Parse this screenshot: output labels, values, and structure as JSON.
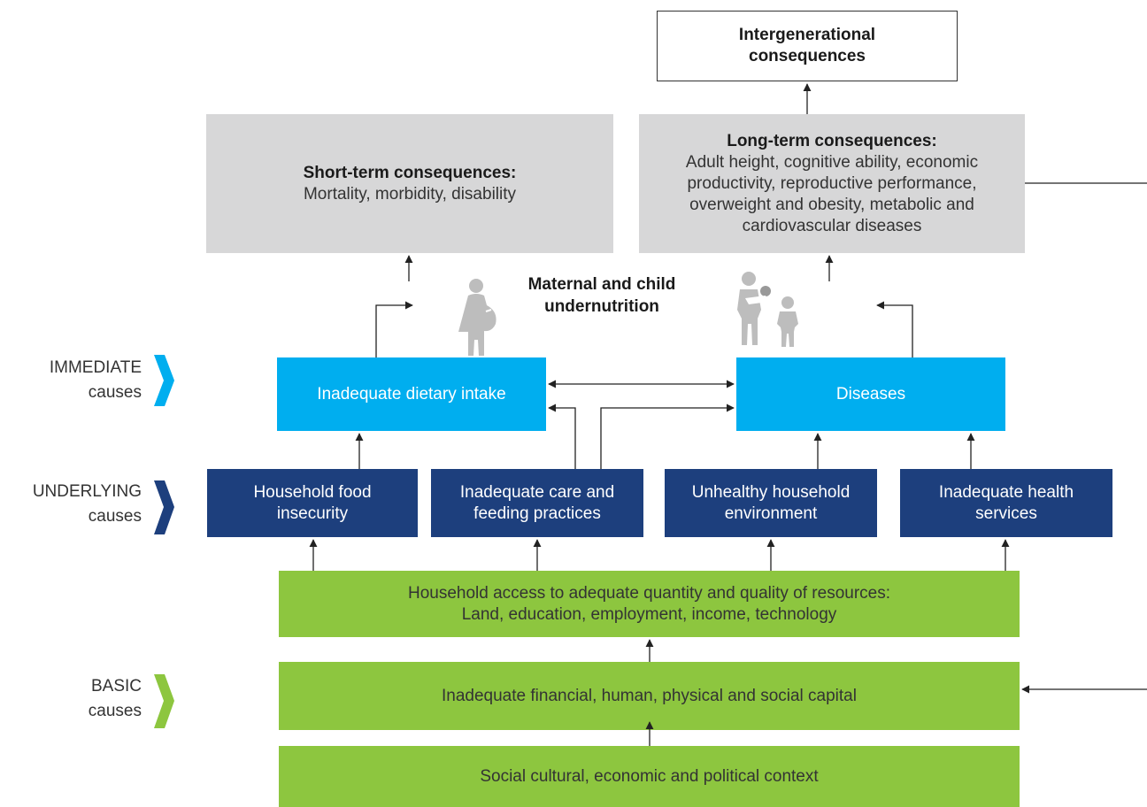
{
  "boxes": {
    "intergenerational": "Intergenerational consequences",
    "short_term_title": "Short-term consequences:",
    "short_term_body": "Mortality, morbidity, disability",
    "long_term_title": "Long-term consequences:",
    "long_term_body": "Adult height, cognitive ability, economic productivity, reproductive performance, overweight and obesity, metabolic and cardiovascular diseases",
    "dietary_intake": "Inadequate dietary intake",
    "diseases": "Diseases",
    "food_insecurity": "Household food insecurity",
    "care_feeding": "Inadequate care and feeding practices",
    "unhealthy_env": "Unhealthy household environment",
    "health_services": "Inadequate health services",
    "resources_line1": "Household access to adequate quantity and quality of resources:",
    "resources_line2": "Land, education, employment, income, technology",
    "capital": "Inadequate financial, human, physical and social capital",
    "context": "Social cultural, economic and political context"
  },
  "center_title": "Maternal and child undernutrition",
  "levels": {
    "immediate": {
      "word": "IMMEDIATE",
      "suffix": "causes",
      "color": "#00aeef"
    },
    "underlying": {
      "word": "UNDERLYING",
      "suffix": "causes",
      "color": "#1d3f7d"
    },
    "basic": {
      "word": "BASIC",
      "suffix": "causes",
      "color": "#8dc63f"
    }
  },
  "colors": {
    "gray_box": "#d7d7d8",
    "immediate_box": "#00aeef",
    "underlying_box": "#1d3f7d",
    "basic_box": "#8dc63f",
    "icon": "#bdbdbd"
  },
  "icons": [
    "pregnant-woman-icon",
    "mother-with-baby-icon",
    "child-icon"
  ]
}
